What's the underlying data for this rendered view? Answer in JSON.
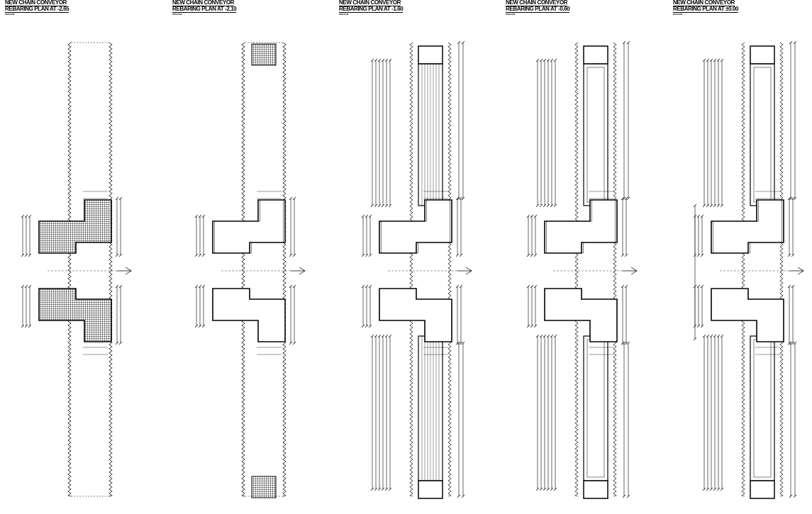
{
  "drawings": [
    {
      "title": "NEW CHAIN CONVEYOR",
      "subtitle": "REBARING PLAN AT -2.65",
      "scale": "SCALE 1:50"
    },
    {
      "title": "NEW CHAIN CONVEYOR",
      "subtitle": "REBARING PLAN AT -2.10",
      "scale": "SCALE 1:50"
    },
    {
      "title": "NEW CHAIN CONVEYOR",
      "subtitle": "REBARING PLAN AT -1.60",
      "scale": "SCALE 1:50"
    },
    {
      "title": "NEW CHAIN CONVEYOR",
      "subtitle": "REBARING PLAN AT -0.60",
      "scale": "SCALE 1:50"
    },
    {
      "title": "NEW CHAIN CONVEYOR",
      "subtitle": "REBARING PLAN AT ±0.00",
      "scale": "SCALE 1:50"
    }
  ]
}
